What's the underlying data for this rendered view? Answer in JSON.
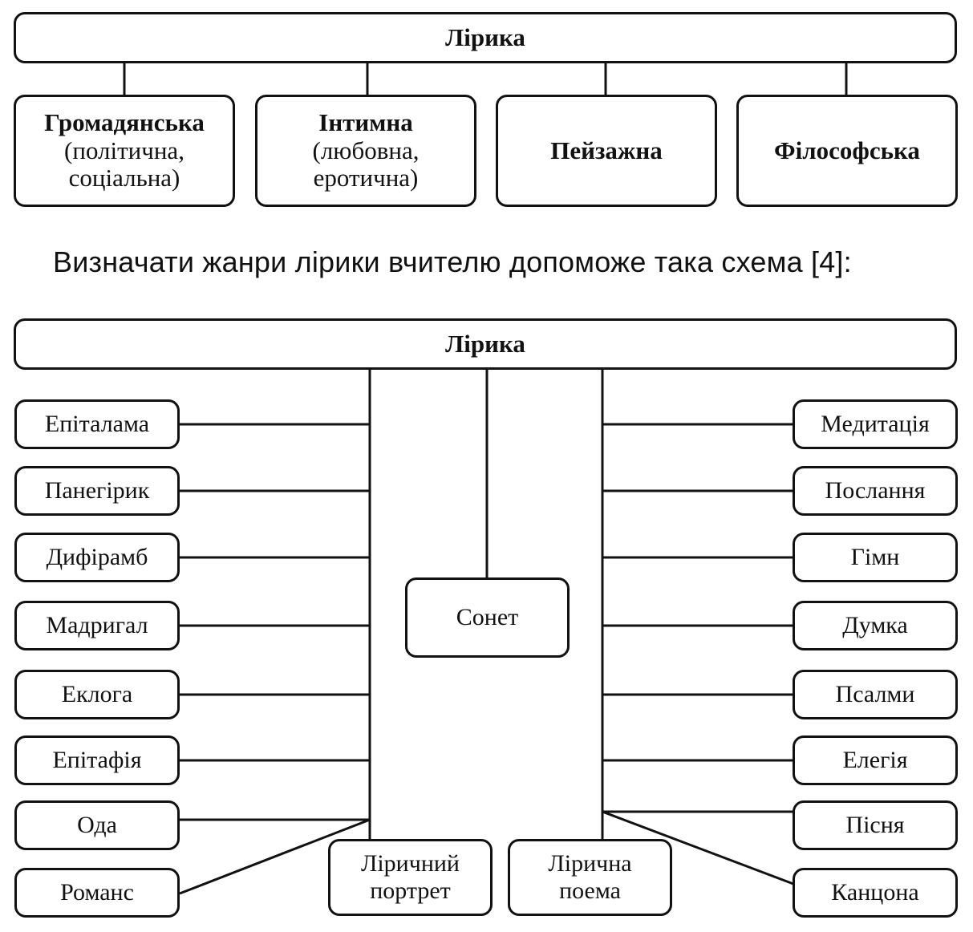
{
  "diagram1": {
    "root": "Лірика",
    "categories": [
      {
        "title": "Громадянська",
        "sub1": "(політична,",
        "sub2": "соціальна)"
      },
      {
        "title": "Інтимна",
        "sub1": "(любовна,",
        "sub2": "еротична)"
      },
      {
        "title": "Пейзажна",
        "sub1": "",
        "sub2": ""
      },
      {
        "title": "Філософська",
        "sub1": "",
        "sub2": ""
      }
    ]
  },
  "caption": "Визначати жанри лірики вчителю допоможе така схема [4]:",
  "diagram2": {
    "root": "Лірика",
    "left": [
      "Епіталама",
      "Панегірик",
      "Дифірамб",
      "Мадригал",
      "Еклога",
      "Епітафія",
      "Ода",
      "Романс"
    ],
    "right": [
      "Медитація",
      "Послання",
      "Гімн",
      "Думка",
      "Псалми",
      "Елегія",
      "Пісня",
      "Канцона"
    ],
    "center": "Сонет",
    "bottom_left": {
      "line1": "Ліричний",
      "line2": "портрет"
    },
    "bottom_right": {
      "line1": "Лірична",
      "line2": "поема"
    }
  }
}
